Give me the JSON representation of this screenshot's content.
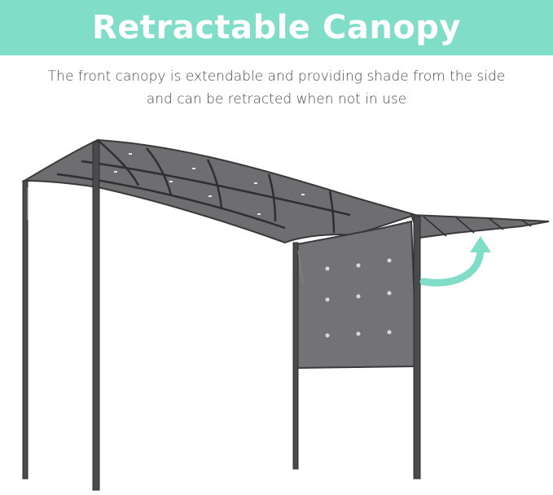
{
  "banner": {
    "title": "Retractable Canopy",
    "background_color": "#7fddc8",
    "text_color": "#ffffff"
  },
  "description": {
    "line1": "The front canopy is extendable and providing shade from the side",
    "line2": "and can be retracted when not in use"
  },
  "illustration": {
    "subject": "gazebo-canopy",
    "canopy_color": "#6e6e70",
    "frame_color": "#3a3a3c",
    "arrow_color": "#7fddc8",
    "arrow_icon": "curved-up-arrow-icon"
  }
}
